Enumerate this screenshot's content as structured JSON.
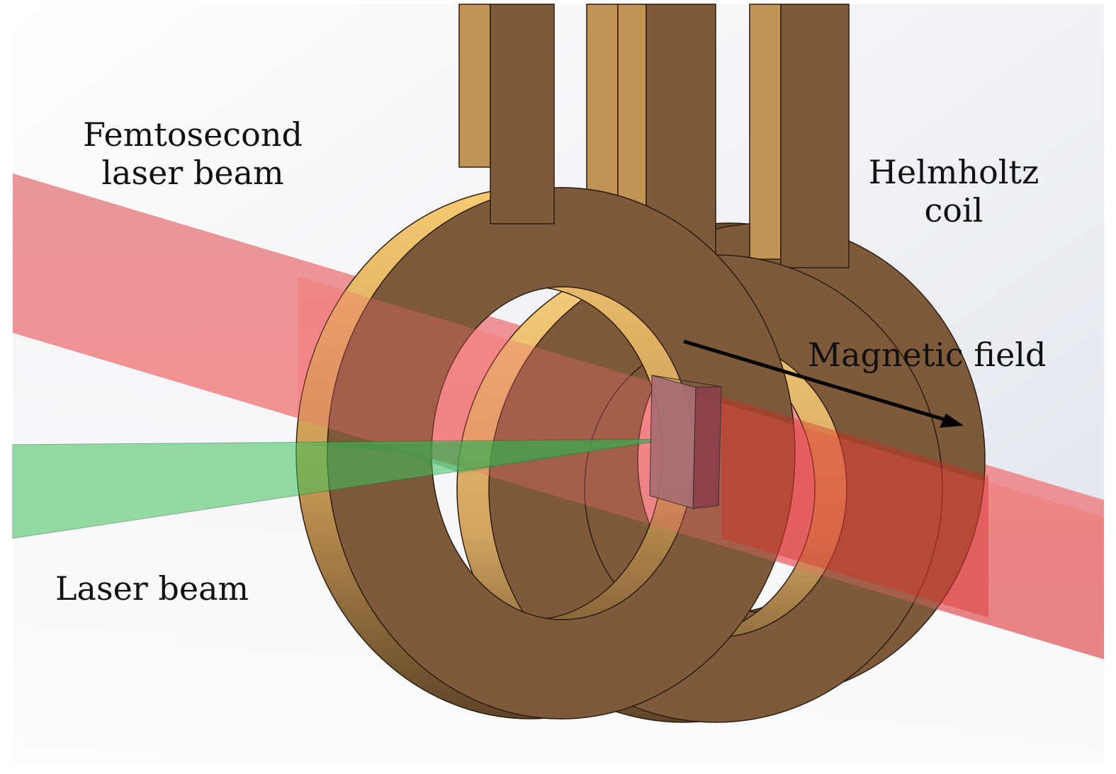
{
  "labels": {
    "femtosecond_line1": "Femtosecond",
    "femtosecond_line2": "laser beam",
    "helmholtz_line1": "Helmholtz",
    "helmholtz_line2": "coil",
    "magnetic_field": "Magnetic field",
    "laser_beam": "Laser beam"
  },
  "colors": {
    "coil_face": "#7e5a3b",
    "coil_edge_light": "#f2c46c",
    "coil_edge_dark": "#5c4227",
    "coil_lead_side": "#c19355",
    "femtosecond_beam": "#f07a7a",
    "laser_beam": "#3fc15c",
    "sample": "#a06a70",
    "background_wall": "#e4e8f0"
  }
}
